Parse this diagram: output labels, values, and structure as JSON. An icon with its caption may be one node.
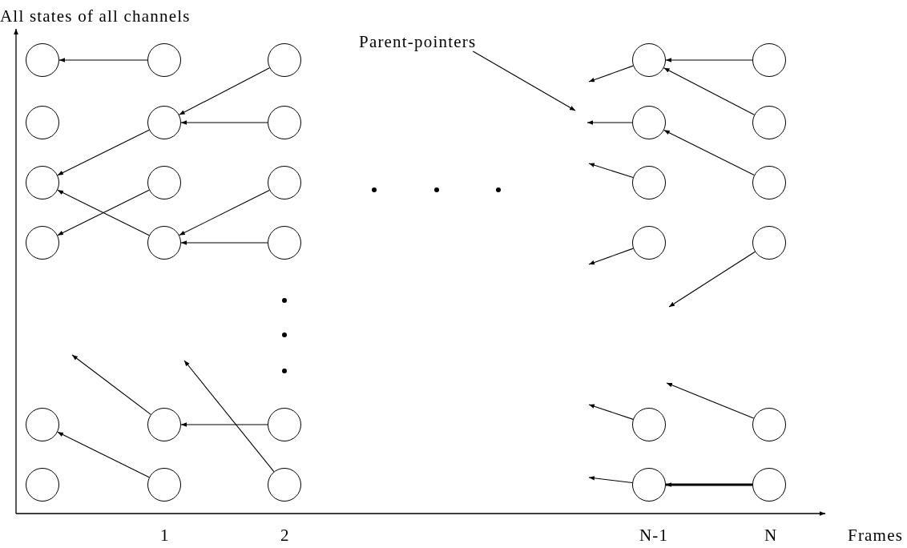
{
  "diagram": {
    "nodes": [
      {
        "text": [],
        "shape": "circle"
      },
      {
        "text": [],
        "shape": "circle"
      },
      {
        "text": [],
        "shape": "circle"
      },
      {
        "text": [],
        "shape": "circle"
      },
      {
        "text": [],
        "shape": "circle"
      },
      {
        "text": [],
        "shape": "circle"
      },
      {
        "text": [],
        "shape": "circle"
      },
      {
        "text": [],
        "shape": "circle"
      },
      {
        "text": [],
        "shape": "circle"
      },
      {
        "text": [],
        "shape": "circle"
      },
      {
        "text": [],
        "shape": "circle"
      },
      {
        "text": [],
        "shape": "circle"
      },
      {
        "text": [],
        "shape": "circle"
      },
      {
        "text": [],
        "shape": "circle"
      },
      {
        "text": [],
        "shape": "circle"
      },
      {
        "text": [],
        "shape": "circle"
      },
      {
        "text": [],
        "shape": "circle"
      },
      {
        "text": [],
        "shape": "circle"
      },
      {
        "text": [],
        "shape": "circle"
      },
      {
        "text": [],
        "shape": "circle"
      },
      {
        "text": [],
        "shape": "circle"
      },
      {
        "text": [],
        "shape": "circle"
      },
      {
        "text": [],
        "shape": "circle"
      },
      {
        "text": [],
        "shape": "circle"
      },
      {
        "text": [],
        "shape": "circle"
      },
      {
        "text": [],
        "shape": "circle"
      },
      {
        "text": [],
        "shape": "circle"
      },
      {
        "text": [],
        "shape": "circle"
      },
      {
        "text": [],
        "shape": "circle"
      },
      {
        "text": [],
        "shape": "circle"
      },
      {
        "text": [
          "Parent-pointers"
        ]
      }
    ],
    "edges": [
      {
        "from": 6,
        "to": 0,
        "arrow": "to"
      },
      {
        "from": 12,
        "to": 7,
        "arrow": "to"
      },
      {
        "from": 13,
        "to": 7,
        "arrow": "to"
      },
      {
        "from": 7,
        "to": 2,
        "arrow": "to"
      },
      {
        "from": 8,
        "to": 3,
        "arrow": "to"
      },
      {
        "from": 9,
        "to": 2,
        "arrow": "to"
      },
      {
        "from": 14,
        "to": 9,
        "arrow": "to"
      },
      {
        "from": 15,
        "to": 9,
        "arrow": "to"
      },
      {
        "from": 10,
        "to": null,
        "arrow": "to"
      },
      {
        "from": 11,
        "to": 4,
        "arrow": "to"
      },
      {
        "from": 16,
        "to": 10,
        "arrow": "to"
      },
      {
        "from": 17,
        "to": null,
        "arrow": "to"
      },
      {
        "from": 24,
        "to": 18,
        "arrow": "to"
      },
      {
        "from": 25,
        "to": 18,
        "arrow": "to"
      },
      {
        "from": 26,
        "to": 19,
        "arrow": "to"
      },
      {
        "from": 27,
        "to": null,
        "arrow": "to"
      },
      {
        "from": 28,
        "to": null,
        "arrow": "to"
      },
      {
        "from": 29,
        "to": 23,
        "arrow": "to",
        "style": "thick"
      },
      {
        "from": 18,
        "to": null,
        "arrow": "to"
      },
      {
        "from": 19,
        "to": null,
        "arrow": "to"
      },
      {
        "from": 20,
        "to": null,
        "arrow": "to"
      },
      {
        "from": 21,
        "to": null,
        "arrow": "to"
      },
      {
        "from": 22,
        "to": null,
        "arrow": "to"
      },
      {
        "from": 23,
        "to": null,
        "arrow": "to"
      },
      {
        "from": 30,
        "to": null,
        "arrow": "to"
      }
    ],
    "labels": [
      "All states of all channels",
      "1",
      "2",
      "N-1",
      "N",
      "Frames"
    ]
  }
}
